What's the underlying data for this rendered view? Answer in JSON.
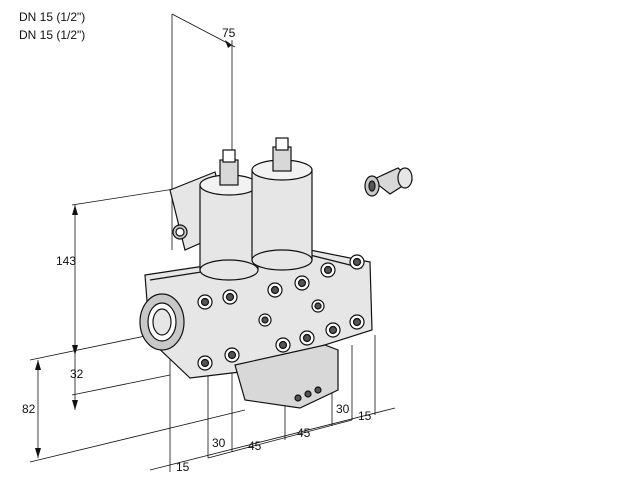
{
  "header": {
    "line1": "DN 15 (1/2\")",
    "line2": "DN 15 (1/2\")"
  },
  "dimensions": {
    "top_width": "75",
    "height_upper": "143",
    "height_mid": "32",
    "height_total": "82",
    "bottom_left": "15",
    "b1": "30",
    "b2": "45",
    "b3": "45",
    "b4": "30",
    "b5": "15"
  },
  "colors": {
    "line": "#111111",
    "body": "#e6e6e6",
    "shade": "#c8c8c8",
    "dark": "#555555"
  }
}
